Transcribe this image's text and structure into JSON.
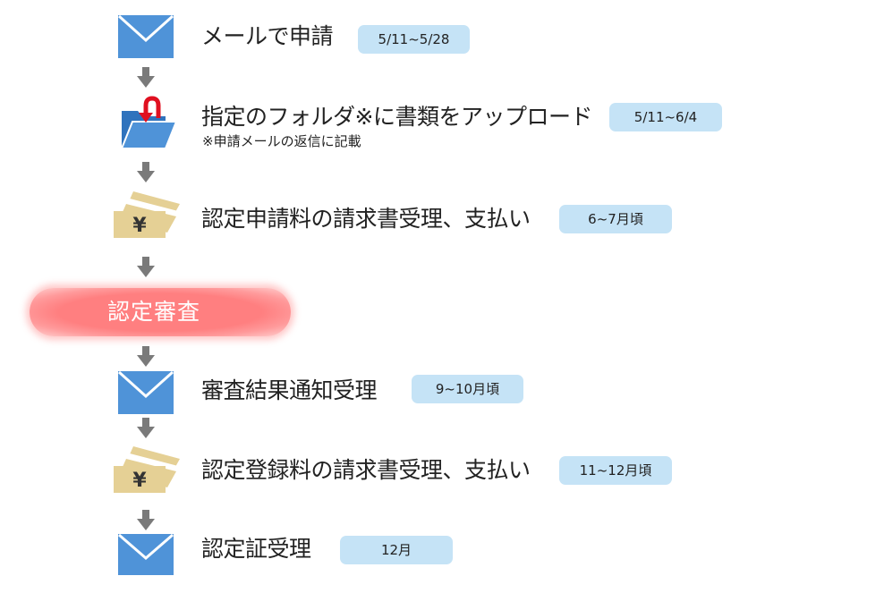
{
  "colors": {
    "envelope": "#4f93d8",
    "badge_bg": "#c5e3f6",
    "arrow": "#7a7a7a",
    "review_bg": "#ff7f80",
    "yen_paper": "#e5d095",
    "folder": "#3f86d3",
    "folder_arrow": "#e01020"
  },
  "steps": [
    {
      "icon": "envelope-icon",
      "label": "メールで申請",
      "period": "5/11~5/28"
    },
    {
      "icon": "folder-upload-icon",
      "label": "指定のフォルダ※に書類をアップロード",
      "note": "※申請メールの返信に記載",
      "period": "5/11~6/4"
    },
    {
      "icon": "yen-bills-icon",
      "label": "認定申請料の請求書受理、支払い",
      "period": "6~7月頃"
    },
    {
      "icon": "none",
      "label": "認定審査"
    },
    {
      "icon": "envelope-icon",
      "label": "審査結果通知受理",
      "period": "9~10月頃"
    },
    {
      "icon": "yen-bills-icon",
      "label": "認定登録料の請求書受理、支払い",
      "period": "11~12月頃"
    },
    {
      "icon": "envelope-icon",
      "label": "認定証受理",
      "period": "12月"
    }
  ]
}
